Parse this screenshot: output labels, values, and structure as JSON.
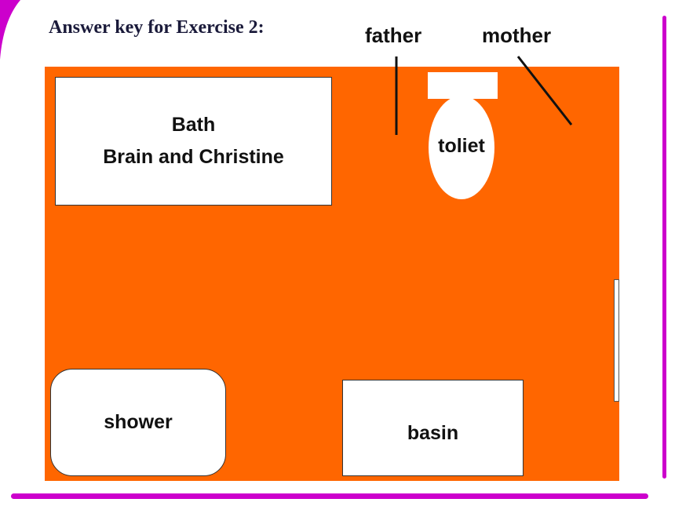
{
  "title": "Answer key for Exercise 2:",
  "labels": {
    "father": "father",
    "mother": "mother"
  },
  "fixtures": {
    "bath": {
      "line1": "Bath",
      "line2": "Brain and Christine"
    },
    "toilet": "toliet",
    "shower": "shower",
    "basin": "basin"
  },
  "colors": {
    "floor": "#ff6600",
    "accent_rule": "#cc00cc",
    "fixture": "#ffffff"
  }
}
